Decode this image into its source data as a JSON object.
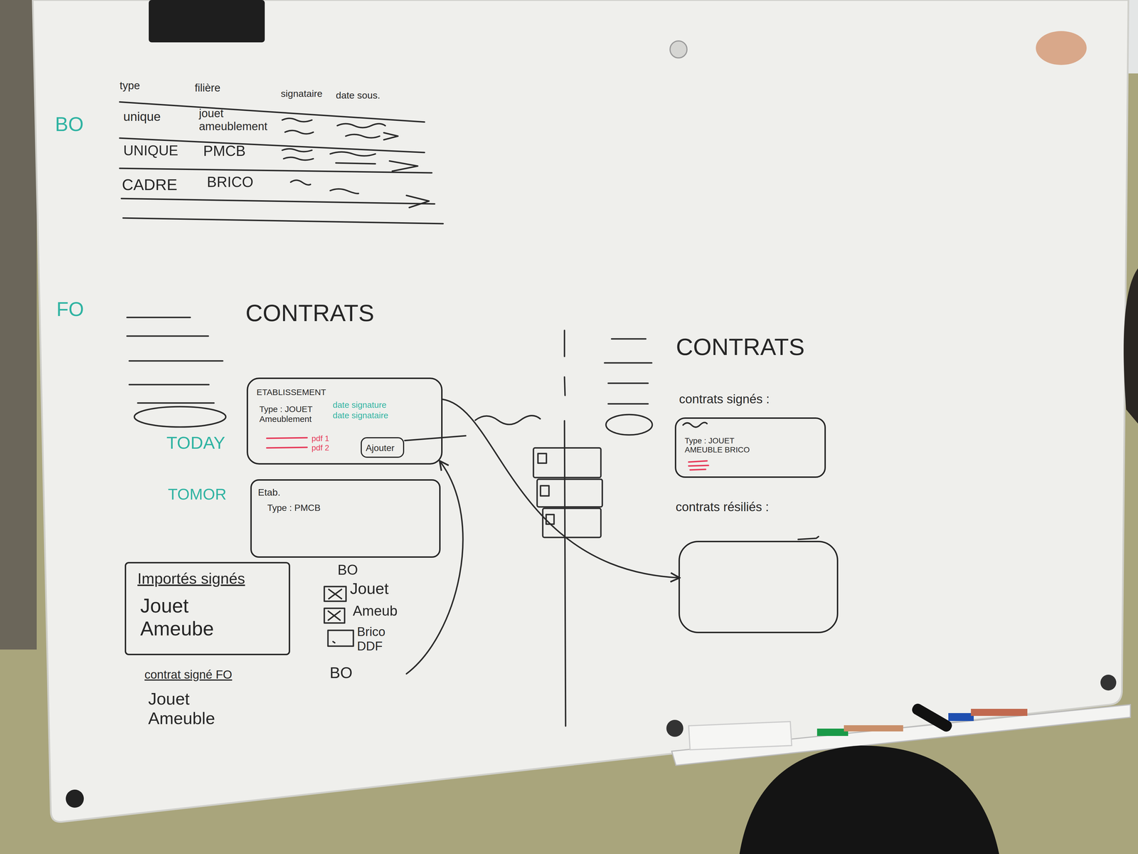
{
  "diagram": {
    "nodes": [
      {
        "text": [
          "ETABLISSEMENT",
          "Type : JOUET Ameublement",
          "date signature",
          "date signataire",
          "pdf 1",
          "pdf 2"
        ]
      },
      {
        "text": [
          "Ajouter"
        ],
        "in": 0
      },
      {
        "text": [
          "Etab.",
          "Type : PMCB"
        ]
      },
      {
        "text": [
          "Importés signés",
          "Jouet Ameube"
        ]
      },
      {
        "text": [
          "contrats signés :",
          "Type : JOUET AMEUBLE BRICO"
        ]
      },
      {
        "text": [
          "contrats résiliés :"
        ]
      }
    ],
    "edges": [
      {
        "from": 0,
        "to": 5,
        "arrow": "to"
      }
    ],
    "labels": [
      "type",
      "filière",
      "signataire",
      "date sous.",
      "BO",
      "unique",
      "jouet ameublement",
      "UNIQUE",
      "PMCB",
      "CADRE",
      "BRICO",
      "FO",
      "CONTRATS",
      "TODAY",
      "TOMOR",
      "BO",
      "Jouet",
      "Ameub",
      "Brico DDF",
      "BO",
      "contrat signé FO",
      "Jouet Ameuble",
      "CONTRATS"
    ]
  }
}
